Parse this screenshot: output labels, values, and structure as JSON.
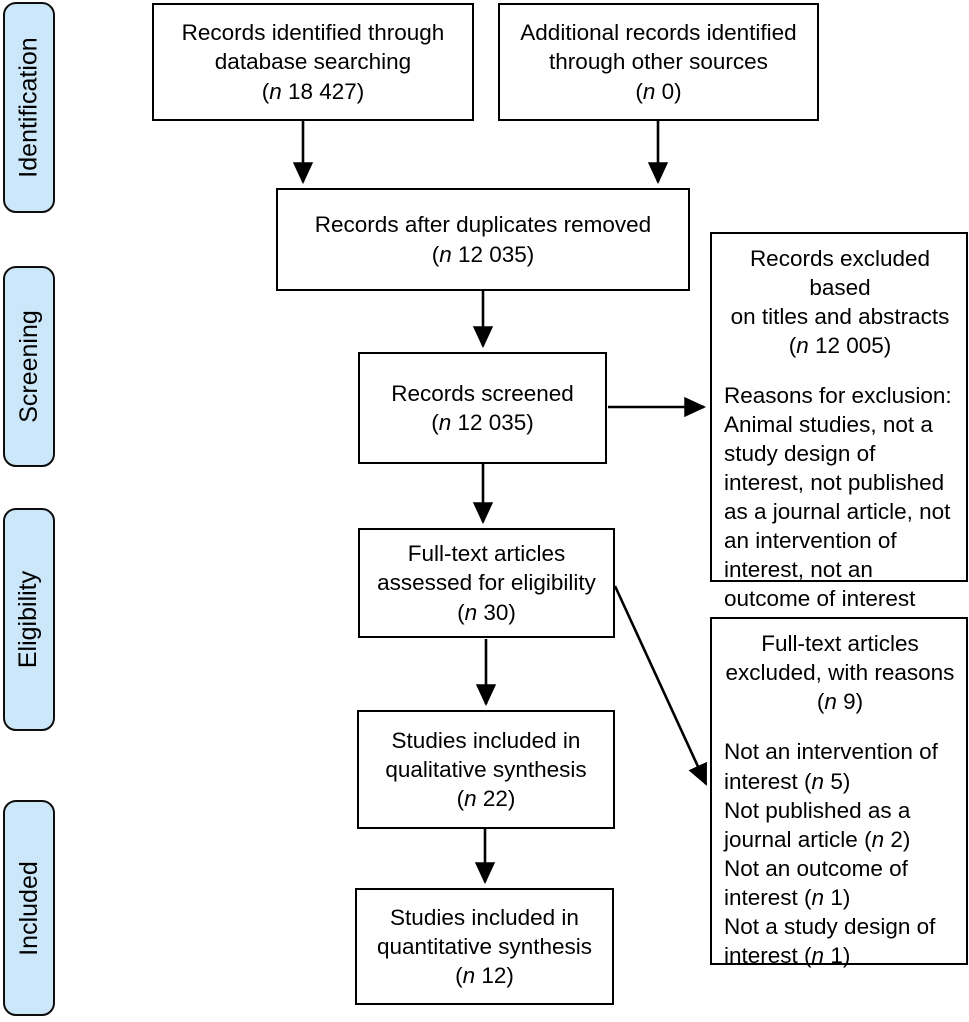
{
  "figure": {
    "type": "prisma-flow-diagram"
  },
  "colors": {
    "stage_fill": "#cbe7f9",
    "stage_border": "#0d0d0d",
    "box_border": "#000000",
    "box_fill": "#ffffff",
    "text": "#000000"
  },
  "stages": [
    {
      "id": "identification",
      "label": "Identification"
    },
    {
      "id": "screening",
      "label": "Screening"
    },
    {
      "id": "eligibility",
      "label": "Eligibility"
    },
    {
      "id": "included",
      "label": "Included"
    }
  ],
  "boxes": {
    "records_database": {
      "line1": "Records identified through",
      "line2": "database searching",
      "count_prefix": "(",
      "count_symbol": "n",
      "count_value": " 18 427)"
    },
    "records_other": {
      "line1": "Additional records identified",
      "line2": "through other sources",
      "count_prefix": "(",
      "count_symbol": "n",
      "count_value": " 0)"
    },
    "duplicates_removed": {
      "line1": "Records after duplicates removed",
      "count_prefix": "(",
      "count_symbol": "n",
      "count_value": " 12 035)"
    },
    "records_screened": {
      "line1": "Records screened",
      "count_prefix": "(",
      "count_symbol": "n",
      "count_value": " 12 035)"
    },
    "fulltext_assessed": {
      "line1": "Full-text articles",
      "line2": "assessed for eligibility",
      "count_prefix": "(",
      "count_symbol": "n",
      "count_value": " 30)"
    },
    "qualitative_synthesis": {
      "line1": "Studies included in",
      "line2": "qualitative synthesis",
      "count_prefix": "(",
      "count_symbol": "n",
      "count_value": " 22)"
    },
    "quantitative_synthesis": {
      "line1": "Studies included in",
      "line2": "quantitative synthesis",
      "count_prefix": "(",
      "count_symbol": "n",
      "count_value": " 12)"
    }
  },
  "panels": {
    "records_excluded": {
      "head_line1": "Records excluded based",
      "head_line2": "on titles and abstracts",
      "count_prefix": "(",
      "count_symbol": "n",
      "count_value": " 12 005)",
      "reasons_title": "Reasons for exclusion:",
      "reasons_text": "Animal studies, not a study design of interest, not published as a journal article, not an intervention of interest, not an outcome of interest"
    },
    "fulltext_excluded": {
      "head_line1": "Full-text articles",
      "head_line2": "excluded, with reasons",
      "count_prefix": "(",
      "count_symbol": "n",
      "count_value": " 9)",
      "reasons": [
        {
          "text": "Not an intervention of interest",
          "count_prefix": " (",
          "count_symbol": "n",
          "count_value": " 5)"
        },
        {
          "text": "Not published as a journal article",
          "count_prefix": " (",
          "count_symbol": "n",
          "count_value": " 2)"
        },
        {
          "text": "Not an outcome of interest",
          "count_prefix": " (",
          "count_symbol": "n",
          "count_value": " 1)"
        },
        {
          "text": "Not a study design of interest",
          "count_prefix": " (",
          "count_symbol": "n",
          "count_value": " 1)"
        }
      ]
    }
  }
}
